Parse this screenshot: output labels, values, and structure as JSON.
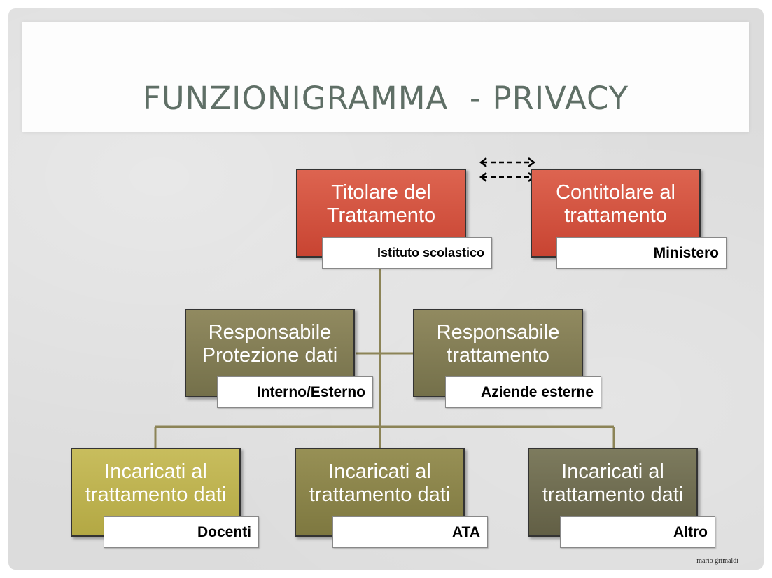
{
  "title": "FUNZIONIGRAMMA  - PRIVACY",
  "titolare": {
    "line1": "Titolare del",
    "line2": "Trattamento",
    "tag": "Istituto scolastico"
  },
  "contitolare": {
    "line1": "Contitolare al",
    "line2": "trattamento",
    "tag": "Ministero"
  },
  "rpd": {
    "line1": "Responsabile",
    "line2": "Protezione dati",
    "tag": "Interno/Esterno"
  },
  "responsabile": {
    "line1": "Responsabile",
    "line2": "trattamento",
    "tag": "Aziende esterne"
  },
  "incaricati_docenti": {
    "line1": "Incaricati al",
    "line2": "trattamento dati",
    "tag": "Docenti"
  },
  "incaricati_ata": {
    "line1": "Incaricati al",
    "line2": "trattamento dati",
    "tag": "ATA"
  },
  "incaricati_altro": {
    "line1": "Incaricati al",
    "line2": "trattamento dati",
    "tag": "Altro"
  },
  "footer": "mario grimaldi",
  "colors": {
    "red": "#d1533f",
    "olive": "#837d55",
    "yellow": "#beb350",
    "connector": "#8c8457",
    "title": "#5f6f66"
  }
}
